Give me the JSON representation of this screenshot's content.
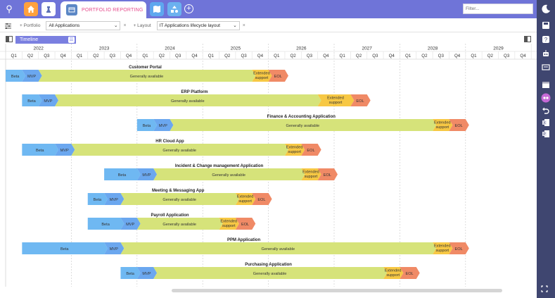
{
  "topbar": {
    "tab_label": "PORTFOLIO REPORTING",
    "filter_placeholder": "Filter...",
    "colors": {
      "bar": "#6f74d8",
      "tab_text": "#e64b8c"
    }
  },
  "toolbar": {
    "portfolio_label": "Portfolio",
    "portfolio_value": "All Applications",
    "layout_label": "Layout",
    "layout_value": "IT Applications lifecycle layout"
  },
  "timeline": {
    "tab_label": "Timeline",
    "years": [
      "2022",
      "2023",
      "2024",
      "2025",
      "2026",
      "2027",
      "2028",
      "2029"
    ],
    "quarters": [
      "Q1",
      "Q2",
      "Q3",
      "Q4"
    ],
    "first_quarter": "2022-Q1",
    "phase_colors": {
      "Beta": "#6fb8f2",
      "MVP": "#6ba7ef",
      "Generally available": "#d6e37a",
      "Extended support": "#f7c844",
      "EOL": "#f08a66"
    },
    "applications": [
      {
        "name": "Customer Portal",
        "phases": [
          {
            "label": "Beta",
            "start": "2022-Q1",
            "end": "2022-Q2"
          },
          {
            "label": "MVP",
            "start": "2022-Q2",
            "end": "2022-Q3"
          },
          {
            "label": "Generally available",
            "start": "2022-Q3",
            "end": "2025-Q4"
          },
          {
            "label": "Extended support",
            "start": "2025-Q4",
            "end": "2026-Q1"
          },
          {
            "label": "EOL",
            "start": "2026-Q1",
            "end": "2026-Q2"
          }
        ]
      },
      {
        "name": "ERP Platform",
        "phases": [
          {
            "label": "Beta",
            "start": "2022-Q2",
            "end": "2022-Q3"
          },
          {
            "label": "MVP",
            "start": "2022-Q3",
            "end": "2022-Q4"
          },
          {
            "label": "Generally available",
            "start": "2022-Q4",
            "end": "2026-Q4"
          },
          {
            "label": "Extended support",
            "start": "2026-Q4",
            "end": "2027-Q2"
          },
          {
            "label": "EOL",
            "start": "2027-Q2",
            "end": "2027-Q3"
          }
        ]
      },
      {
        "name": "Finance & Accounting Application",
        "phases": [
          {
            "label": "Beta",
            "start": "2024-Q1",
            "end": "2024-Q2"
          },
          {
            "label": "MVP",
            "start": "2024-Q2",
            "end": "2024-Q3"
          },
          {
            "label": "Generally available",
            "start": "2024-Q3",
            "end": "2028-Q3"
          },
          {
            "label": "Extended support",
            "start": "2028-Q3",
            "end": "2028-Q4"
          },
          {
            "label": "EOL",
            "start": "2028-Q4",
            "end": "2029-Q1"
          }
        ]
      },
      {
        "name": "HR Cloud App",
        "phases": [
          {
            "label": "Beta",
            "start": "2022-Q2",
            "end": "2022-Q4"
          },
          {
            "label": "MVP",
            "start": "2022-Q4",
            "end": "2023-Q1"
          },
          {
            "label": "Generally available",
            "start": "2023-Q1",
            "end": "2026-Q2"
          },
          {
            "label": "Extended support",
            "start": "2026-Q2",
            "end": "2026-Q3"
          },
          {
            "label": "EOL",
            "start": "2026-Q3",
            "end": "2026-Q4"
          }
        ]
      },
      {
        "name": "Incident & Change management Application",
        "phases": [
          {
            "label": "Beta",
            "start": "2023-Q3",
            "end": "2024-Q1"
          },
          {
            "label": "MVP",
            "start": "2024-Q1",
            "end": "2024-Q2"
          },
          {
            "label": "Generally available",
            "start": "2024-Q2",
            "end": "2026-Q3"
          },
          {
            "label": "Extended support",
            "start": "2026-Q3",
            "end": "2026-Q4"
          },
          {
            "label": "EOL",
            "start": "2026-Q4",
            "end": "2027-Q1"
          }
        ]
      },
      {
        "name": "Meeting & Messaging App",
        "phases": [
          {
            "label": "Beta",
            "start": "2023-Q2",
            "end": "2023-Q3"
          },
          {
            "label": "MVP",
            "start": "2023-Q3",
            "end": "2023-Q4"
          },
          {
            "label": "Generally available",
            "start": "2023-Q4",
            "end": "2025-Q3"
          },
          {
            "label": "Extended support",
            "start": "2025-Q3",
            "end": "2025-Q4"
          },
          {
            "label": "EOL",
            "start": "2025-Q4",
            "end": "2026-Q1"
          }
        ]
      },
      {
        "name": "Payroll Application",
        "phases": [
          {
            "label": "Beta",
            "start": "2023-Q2",
            "end": "2023-Q4"
          },
          {
            "label": "MVP",
            "start": "2023-Q4",
            "end": "2024-Q1"
          },
          {
            "label": "Generally available",
            "start": "2024-Q1",
            "end": "2025-Q2"
          },
          {
            "label": "Extended support",
            "start": "2025-Q2",
            "end": "2025-Q3"
          },
          {
            "label": "EOL",
            "start": "2025-Q3",
            "end": "2025-Q4"
          }
        ]
      },
      {
        "name": "PPM Application",
        "phases": [
          {
            "label": "Beta",
            "start": "2022-Q2",
            "end": "2023-Q3"
          },
          {
            "label": "MVP",
            "start": "2023-Q3",
            "end": "2023-Q4"
          },
          {
            "label": "Generally available",
            "start": "2023-Q4",
            "end": "2028-Q3"
          },
          {
            "label": "Extended support",
            "start": "2028-Q3",
            "end": "2028-Q4"
          },
          {
            "label": "EOL",
            "start": "2028-Q4",
            "end": "2029-Q1"
          }
        ]
      },
      {
        "name": "Purchasing Application",
        "phases": [
          {
            "label": "Beta",
            "start": "2023-Q4",
            "end": "2024-Q1"
          },
          {
            "label": "MVP",
            "start": "2024-Q1",
            "end": "2024-Q2"
          },
          {
            "label": "Generally available",
            "start": "2024-Q2",
            "end": "2027-Q4"
          },
          {
            "label": "Extended support",
            "start": "2027-Q4",
            "end": "2028-Q1"
          },
          {
            "label": "EOL",
            "start": "2028-Q1",
            "end": "2028-Q2"
          }
        ]
      }
    ]
  },
  "sidebar": {
    "icons": [
      "moon-icon",
      "save-icon",
      "help-icon",
      "robot-icon",
      "presentation-icon",
      "calendar-icon",
      "users-icon",
      "undo-icon",
      "excel-icon",
      "powerpoint-icon"
    ]
  }
}
